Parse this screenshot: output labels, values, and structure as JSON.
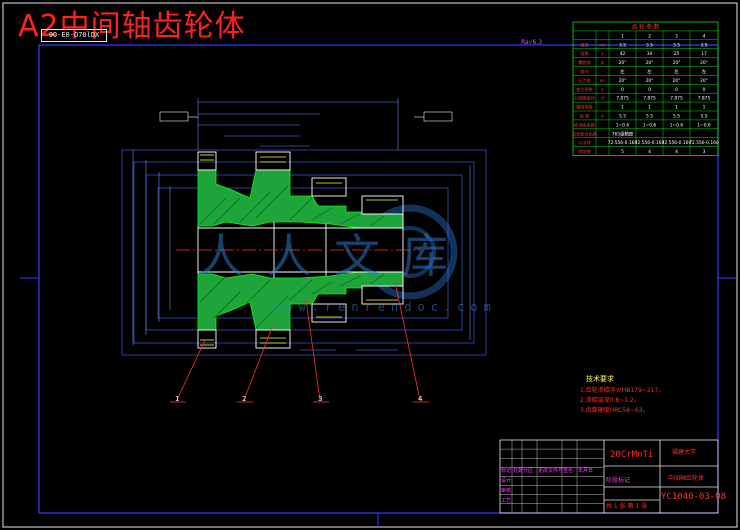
{
  "drawing": {
    "title": "A2中间轴齿轮体",
    "tag": "9O-E0-O70lDX",
    "roughness_mark": "Ra√6.3"
  },
  "watermark": {
    "brand": "人人文库",
    "url": "www.renrendoc.com"
  },
  "balloons": [
    "1",
    "2",
    "3",
    "4"
  ],
  "technical_requirements": {
    "title": "技术要求",
    "lines": [
      "1.齿轮渗碳淬火HB179~217。",
      "2.渗碳层深0.8~1.2。",
      "3.齿面硬度HRC58~63。"
    ]
  },
  "title_block": {
    "material": "20CrMnTi",
    "school": "福建大学",
    "part_name": "中间轴齿轮体",
    "drawing_number": "YC1040-03-08",
    "sheet_info": "共 1 张 第 1 张",
    "col_headers": [
      "标记",
      "处数",
      "分区",
      "更改文件号",
      "签名",
      "年月日"
    ],
    "roles": [
      "设计",
      "审核",
      "工艺"
    ],
    "stage_header": "阶段标记"
  },
  "gear_table": {
    "header": "齿 轮 参 数",
    "columns": [
      "",
      "",
      "1",
      "2",
      "3",
      "4"
    ],
    "rows": [
      [
        "模数",
        "mn",
        "3.5",
        "3.5",
        "3.5",
        "3.5"
      ],
      [
        "齿数",
        "z",
        "42",
        "34",
        "25",
        "17"
      ],
      [
        "螺旋角",
        "β",
        "20°",
        "20°",
        "20°",
        "20°"
      ],
      [
        "旋向",
        "",
        "左",
        "左",
        "左",
        "左"
      ],
      [
        "压力角",
        "αn",
        "20°",
        "20°",
        "20°",
        "20°"
      ],
      [
        "变位系数",
        "x",
        "0",
        "0",
        "0",
        "0"
      ],
      [
        "分度圆直径",
        "d",
        "7.875",
        "7.875",
        "7.875",
        "7.875"
      ],
      [
        "精度等级",
        "",
        "1",
        "1",
        "1",
        "1"
      ],
      [
        "齿 宽",
        "b",
        "5.5",
        "5.5",
        "5.5",
        "5.5"
      ],
      [
        "齿顶高系数",
        "",
        "1~0.6",
        "1~0.6",
        "1~0.6",
        "1~0.6"
      ],
      [
        "齿轮配对齿数",
        "",
        "765级精度",
        "",
        "",
        ""
      ],
      [
        "公法线",
        "",
        "72.556-0.160",
        "72.556-0.160",
        "72.556-0.160",
        "72.556-0.160"
      ],
      [
        "跨齿数",
        "",
        "5",
        "4",
        "4",
        "3"
      ]
    ]
  }
}
